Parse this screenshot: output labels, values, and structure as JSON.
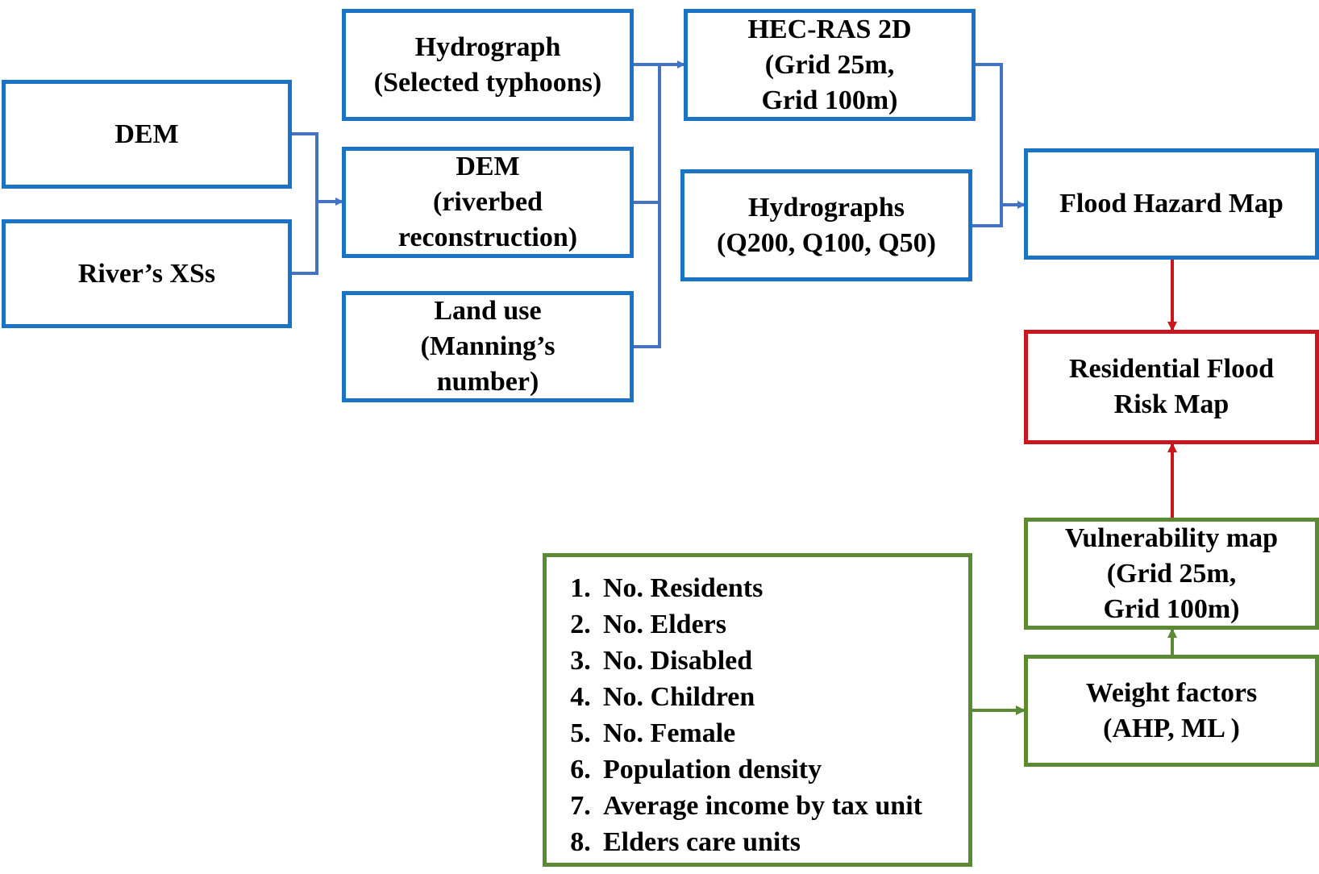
{
  "boxes": {
    "dem": [
      "DEM"
    ],
    "river_xs": [
      "River’s XSs"
    ],
    "hydrograph_typhoons": [
      "Hydrograph",
      "(Selected typhoons)"
    ],
    "dem_riverbed": [
      "DEM",
      "(riverbed",
      "reconstruction)"
    ],
    "land_use": [
      "Land use",
      "(Manning’s",
      "number)"
    ],
    "hec_ras": [
      "HEC-RAS 2D",
      "(Grid 25m,",
      "Grid 100m)"
    ],
    "hydrographs_q": [
      "Hydrographs",
      "(Q200, Q100, Q50)"
    ],
    "flood_hazard_map": [
      "Flood Hazard Map"
    ],
    "residential_flood_risk_map": [
      "Residential Flood",
      "Risk Map"
    ],
    "vulnerability_map": [
      "Vulnerability map",
      "(Grid 25m,",
      "Grid 100m)"
    ],
    "weight_factors": [
      "Weight factors",
      "(AHP, ML )"
    ]
  },
  "vulnerability_indicators": [
    {
      "num": "1.",
      "label": "No. Residents"
    },
    {
      "num": "2.",
      "label": "No. Elders"
    },
    {
      "num": "3.",
      "label": "No. Disabled"
    },
    {
      "num": "4.",
      "label": "No. Children"
    },
    {
      "num": "5.",
      "label": "No. Female"
    },
    {
      "num": "6.",
      "label": "Population density"
    },
    {
      "num": "7.",
      "label": "Average income by tax unit"
    },
    {
      "num": "8.",
      "label": "Elders care units"
    }
  ],
  "colors": {
    "blue": "#1a73c4",
    "connector_blue": "#4472c4",
    "red": "#c8161e",
    "green": "#5a8a33"
  }
}
